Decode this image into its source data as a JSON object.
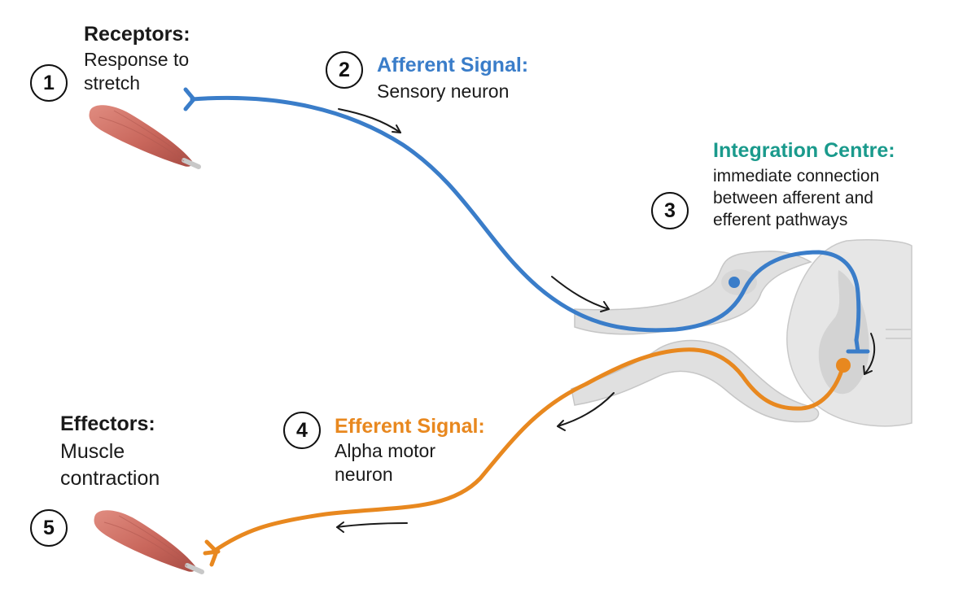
{
  "colors": {
    "afferent": "#3a7dc9",
    "efferent": "#e8881f",
    "integration": "#1a9a8c",
    "muscle": "#cc6e62",
    "spinal_cord": "#e4e4e4",
    "text": "#1a1a1a"
  },
  "steps": [
    {
      "number": "1",
      "title": "Receptors:",
      "description": "Response to\nstretch"
    },
    {
      "number": "2",
      "title": "Afferent Signal:",
      "description": "Sensory neuron"
    },
    {
      "number": "3",
      "title": "Integration Centre:",
      "description": "immediate connection\nbetween afferent and\nefferent pathways"
    },
    {
      "number": "4",
      "title": "Efferent Signal:",
      "description": "Alpha motor\nneuron"
    },
    {
      "number": "5",
      "title": "Effectors:",
      "description": "Muscle\ncontraction"
    }
  ]
}
